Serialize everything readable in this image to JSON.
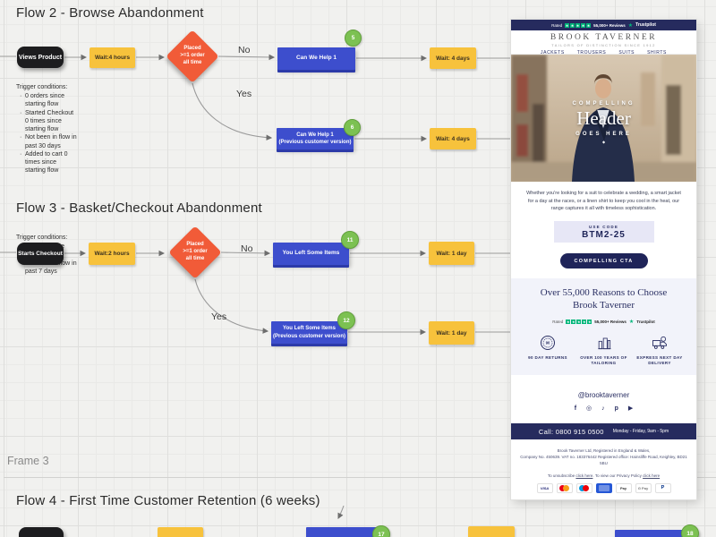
{
  "colors": {
    "canvas_bg": "#f1f1ef",
    "node_black": "#1d1d1f",
    "node_yellow": "#f7c23c",
    "node_blue": "#3d4ecd",
    "diamond_orange": "#f15b38",
    "badge_green": "#7cc152",
    "email_navy": "#262b5e",
    "trustpilot_green": "#00b67a"
  },
  "frame3_label": "Frame 3",
  "flow2": {
    "title": "Flow 2 - Browse Abandonment",
    "start": "Views Product",
    "wait1": "Wait:4 hours",
    "decision": "Placed\n>=1 order\nall time",
    "no_label": "No",
    "yes_label": "Yes",
    "email1": "Can We Help 1",
    "email1_badge": "5",
    "email2": "Can We Help 1\n(Previous customer version)",
    "email2_badge": "6",
    "wait2a": "Wait: 4 days",
    "wait2b": "Wait: 4 days",
    "trigger": {
      "heading": "Trigger conditions:",
      "items": [
        "0 orders since starting flow",
        "Started Checkout 0 times since starting flow",
        "Not been in flow in past 30 days",
        "Added to cart 0 times since starting flow"
      ]
    }
  },
  "flow3": {
    "title": "Flow 3 - Basket/Checkout Abandonment",
    "start": "Starts Checkout",
    "wait1": "Wait:2 hours",
    "decision": "Placed\n>=1 order\nall time",
    "no_label": "No",
    "yes_label": "Yes",
    "email1": "You Left Some Items",
    "email1_badge": "11",
    "email2": "You Left Some Items\n(Previous customer version)",
    "email2_badge": "12",
    "wait2a": "Wait: 1 day",
    "wait2b": "Wait: 1 day",
    "trigger": {
      "heading": "Trigger conditions:",
      "items": [
        "0 orders since starting flow",
        "Not been in flow in past 7 days"
      ]
    }
  },
  "flow4": {
    "title": "Flow 4 - First Time Customer Retention (6 weeks)",
    "email1_badge": "17",
    "email2_badge": "18"
  },
  "email": {
    "topbar": {
      "rated": "Rated",
      "reviews": "55,000+ Reviews",
      "trustpilot": "Trustpilot"
    },
    "brand": {
      "name": "BROOK TAVERNER",
      "tagline": "TAILORS OF DISTINCTION SINCE 1912"
    },
    "nav": [
      "JACKETS",
      "TROUSERS",
      "SUITS",
      "SHIRTS"
    ],
    "hero": {
      "eyebrow": "COMPELLING",
      "title": "Header",
      "sub": "GOES HERE",
      "dot": "◆"
    },
    "body_text": "Whether you're looking for a suit to celebrate a wedding, a smart jacket for a day at the races, or a linen shirt to keep you cool in the heat, our range captures it all with timeless sophistication.",
    "code": {
      "label": "USE CODE",
      "value": "BTM2-25"
    },
    "cta": "COMPELLING CTA",
    "reasons": {
      "title_l1": "Over 55,000 Reasons to Choose",
      "title_l2": "Brook Taverner",
      "rated": "Rated",
      "reviews": "55,000+ Reviews",
      "trustpilot": "Trustpilot",
      "badge1": "90 DAY RETURNS",
      "badge1_icon_text": "90",
      "badge2": "OVER 100 YEARS OF TAILORING",
      "badge3": "EXPRESS NEXT DAY DELIVERY"
    },
    "social": {
      "handle": "@brooktaverner",
      "icons": [
        "facebook",
        "instagram",
        "tiktok",
        "pinterest",
        "youtube"
      ],
      "glyphs": {
        "facebook": "f",
        "instagram": "◎",
        "tiktok": "♪",
        "pinterest": "p",
        "youtube": "▶"
      }
    },
    "contact": {
      "call": "Call: 0800 915 0500",
      "hours": "Monday - Friday, 9am - 5pm"
    },
    "footer": {
      "line1": "Brook Taverner Ltd, Registered in England & Wales,",
      "line2": "Company No. 450639. VAT no. 183376442 Registered office: Hainsliffe Road, Keighley, BD21 5BU",
      "unsub_1": "To unsubscribe ",
      "unsub_link1": "click here",
      "unsub_2": ". To view our Privacy Policy ",
      "unsub_link2": "click here"
    },
    "payments": {
      "methods": [
        "visa",
        "mastercard",
        "maestro",
        "amex",
        "apple-pay",
        "google-pay",
        "paypal"
      ],
      "visa_label": "VISA",
      "applepay_label": "Pay",
      "gpay_label": "G Pay",
      "paypal_label": "P"
    }
  }
}
